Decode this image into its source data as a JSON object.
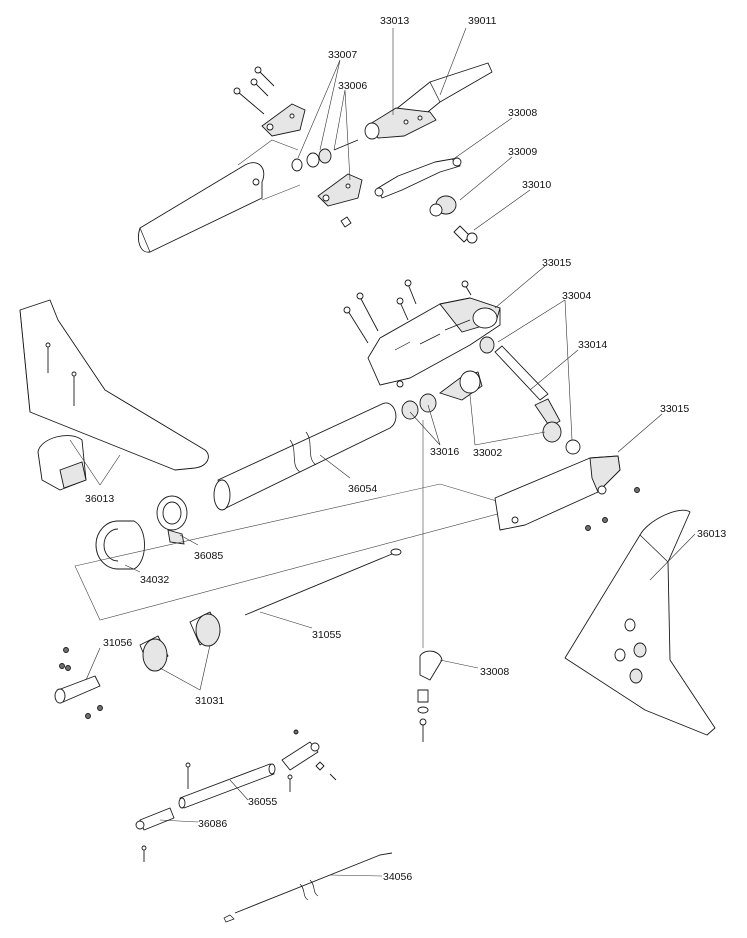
{
  "callouts": {
    "c33013": "33013",
    "c39011": "39011",
    "c33007": "33007",
    "c33006": "33006",
    "c33008_top": "33008",
    "c33009": "33009",
    "c33010": "33010",
    "c33015_top": "33015",
    "c33004": "33004",
    "c33014": "33014",
    "c33015_right": "33015",
    "c36013_left": "36013",
    "c36013_right": "36013",
    "c36054": "36054",
    "c33016": "33016",
    "c33002": "33002",
    "c36085": "36085",
    "c34032": "34032",
    "c31055": "31055",
    "c31056": "31056",
    "c31031": "31031",
    "c33008_bottom": "33008",
    "c36055": "36055",
    "c36086": "36086",
    "c34056": "34056"
  }
}
